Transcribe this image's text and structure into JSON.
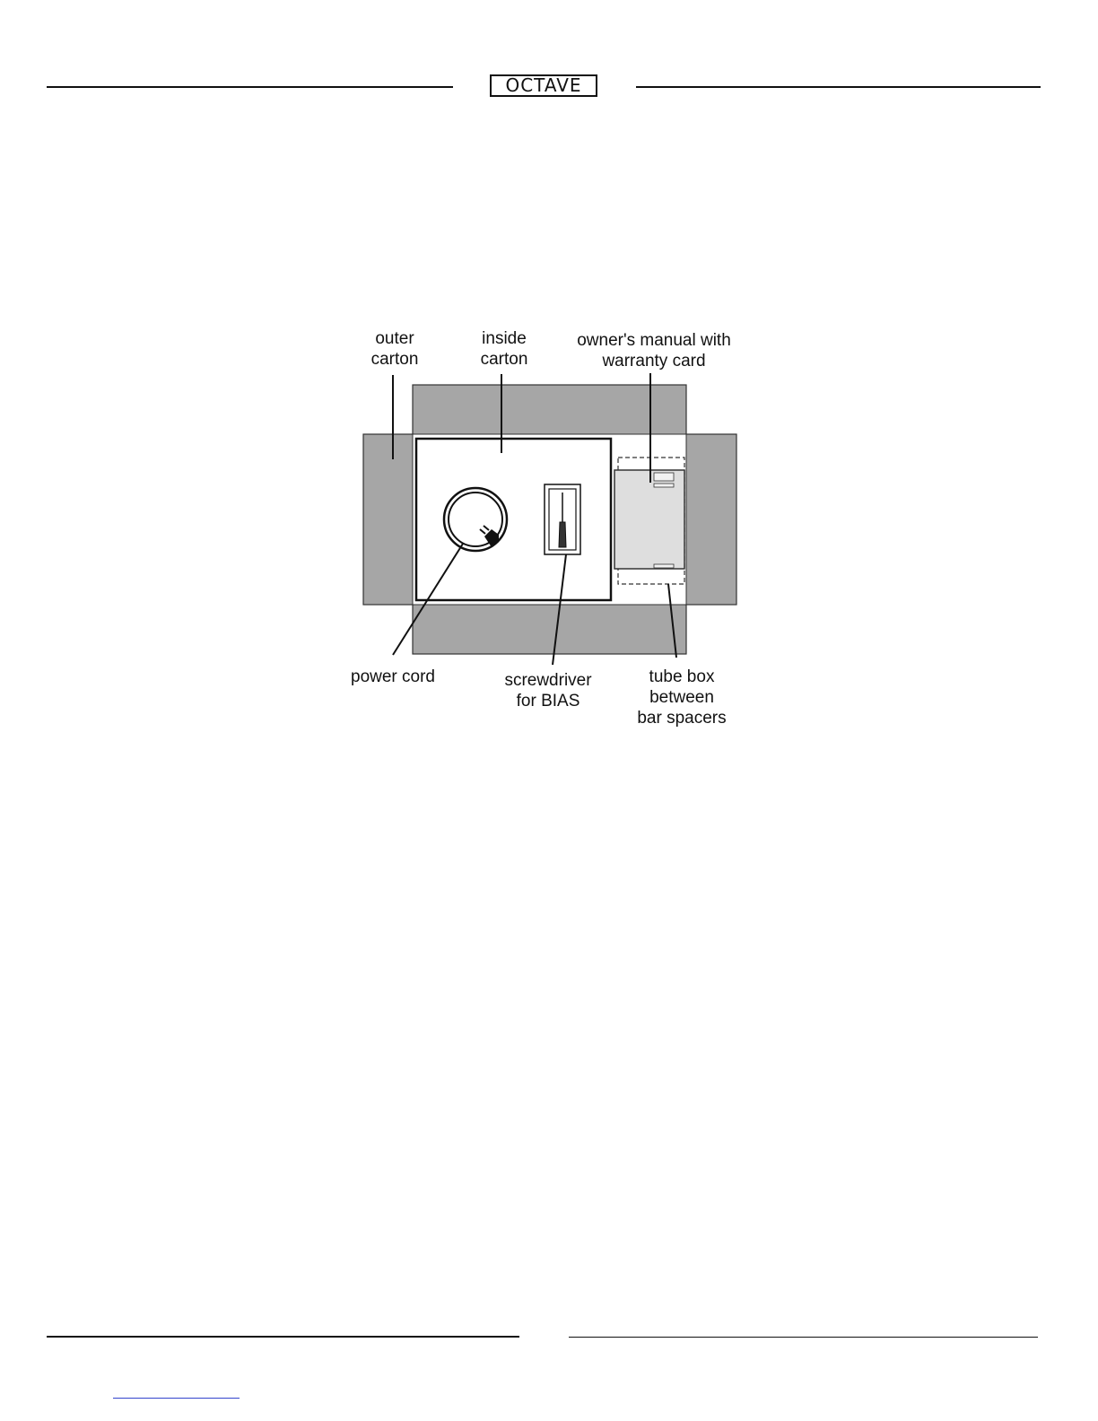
{
  "header": {
    "logo_text": "OCTAVE"
  },
  "diagram": {
    "labels": {
      "outer_carton_1": "outer",
      "outer_carton_2": "carton",
      "inside_carton_1": "inside",
      "inside_carton_2": "carton",
      "manual_1": "owner's manual with",
      "manual_2": "warranty card",
      "power_cord": "power cord",
      "screwdriver_1": "screwdriver",
      "screwdriver_2": "for BIAS",
      "tube_box_1": "tube box",
      "tube_box_2": "between",
      "tube_box_3": "bar spacers"
    },
    "colors": {
      "carton_flap": "#a6a6a6",
      "tube_box": "#dedede",
      "line": "#111111"
    }
  }
}
